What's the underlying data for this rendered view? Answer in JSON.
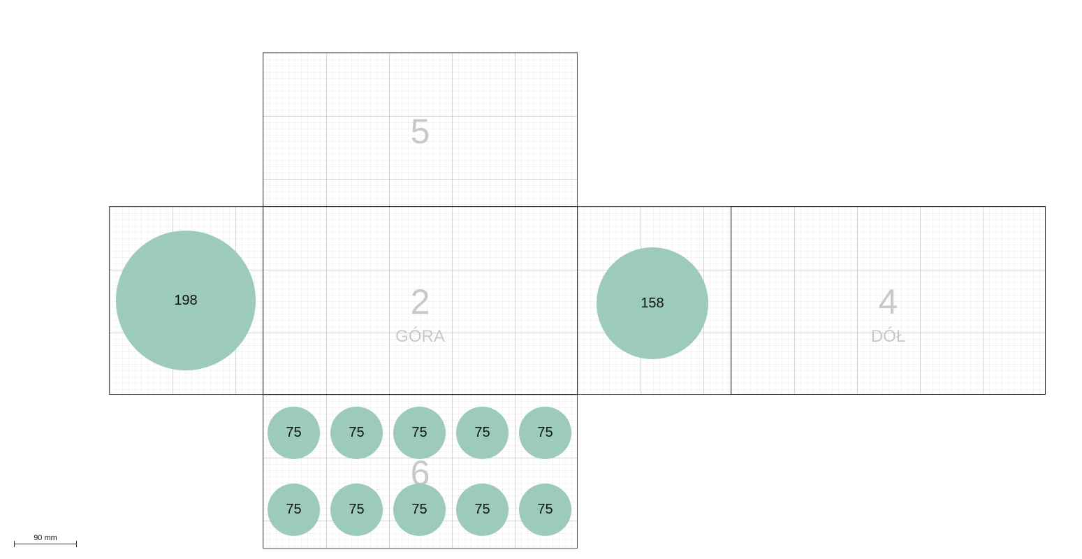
{
  "faces": [
    {
      "id": "5",
      "number": "5",
      "label": ""
    },
    {
      "id": "1",
      "number": "",
      "label": ""
    },
    {
      "id": "2",
      "number": "2",
      "label": "GÓRA"
    },
    {
      "id": "3",
      "number": "",
      "label": ""
    },
    {
      "id": "4",
      "number": "4",
      "label": "DÓŁ"
    },
    {
      "id": "6",
      "number": "6",
      "label": ""
    }
  ],
  "circles": [
    {
      "label": "198",
      "diameter_mm": 198
    },
    {
      "label": "158",
      "diameter_mm": 158
    },
    {
      "label": "75",
      "diameter_mm": 75
    },
    {
      "label": "75",
      "diameter_mm": 75
    },
    {
      "label": "75",
      "diameter_mm": 75
    },
    {
      "label": "75",
      "diameter_mm": 75
    },
    {
      "label": "75",
      "diameter_mm": 75
    },
    {
      "label": "75",
      "diameter_mm": 75
    },
    {
      "label": "75",
      "diameter_mm": 75
    },
    {
      "label": "75",
      "diameter_mm": 75
    },
    {
      "label": "75",
      "diameter_mm": 75
    },
    {
      "label": "75",
      "diameter_mm": 75
    }
  ],
  "colors": {
    "circle_fill": "#9ccbb9",
    "face_text": "#c8c8c8"
  },
  "scale": {
    "label": "90 mm"
  }
}
